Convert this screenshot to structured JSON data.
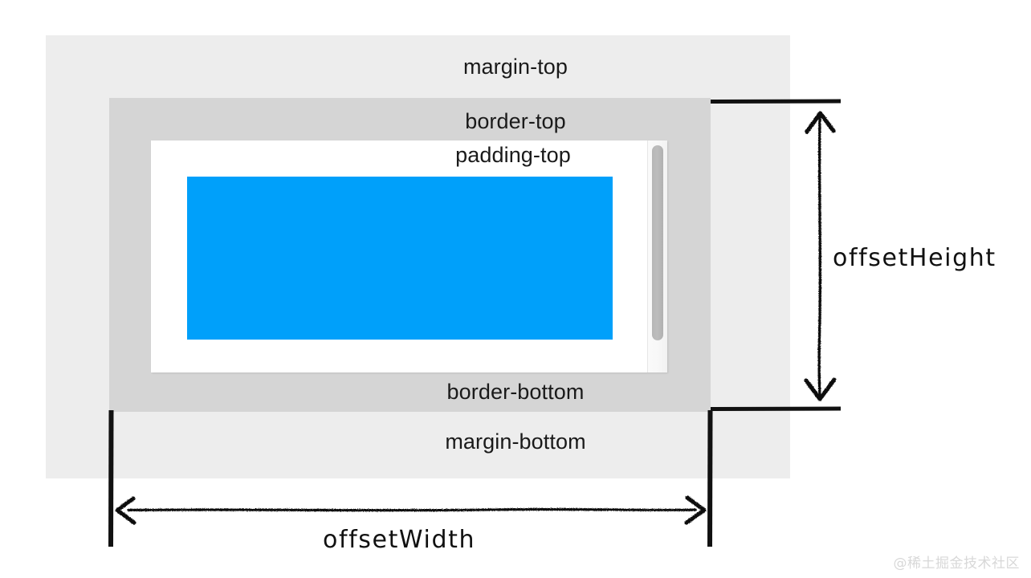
{
  "diagram": {
    "title": "CSS box model offsetWidth / offsetHeight diagram",
    "regions": {
      "margin": {
        "label_top": "margin-top",
        "label_bottom": "margin-bottom",
        "color": "#ededed"
      },
      "border": {
        "label_top": "border-top",
        "label_bottom": "border-bottom",
        "color": "#d5d5d5"
      },
      "padding": {
        "label_top": "padding-top",
        "color": "#ffffff"
      },
      "content": {
        "color": "#00a0fa"
      }
    },
    "scrollbar": {
      "track_color": "#f5f5f5",
      "thumb_color": "#b6b6b6"
    },
    "annotations": {
      "height_label": "offsetHeight",
      "width_label": "offsetWidth"
    },
    "watermark": "@稀土掘金技术社区"
  }
}
